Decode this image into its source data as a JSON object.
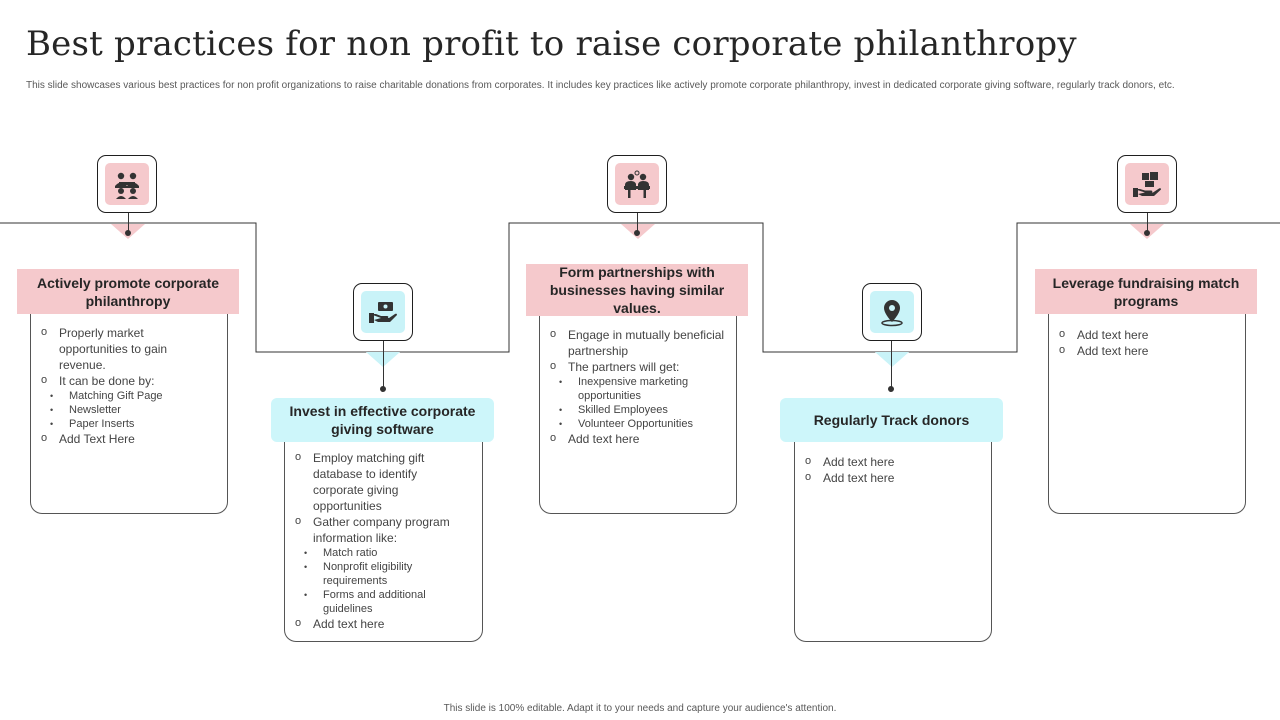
{
  "title": "Best practices for non profit to raise corporate philanthropy",
  "subtitle": "This slide showcases various best practices for non profit organizations to raise charitable donations from corporates. It includes key practices like actively promote corporate philanthropy, invest in dedicated corporate giving software, regularly track donors, etc.",
  "footer": "This slide is 100% editable.  Adapt it to your needs and capture your audience's attention.",
  "colors": {
    "pink": "#f5c9cc",
    "cyan": "#c9f3f8",
    "line": "#333333"
  },
  "steps": [
    {
      "heading": "Actively promote corporate philanthropy",
      "icon": "team-meeting-icon",
      "items": [
        {
          "level": 1,
          "text": "Properly market opportunities to gain revenue."
        },
        {
          "level": 1,
          "text": "It can be done by:"
        },
        {
          "level": 2,
          "text": "Matching Gift Page"
        },
        {
          "level": 2,
          "text": "Newsletter"
        },
        {
          "level": 2,
          "text": "Paper Inserts"
        },
        {
          "level": 1,
          "text": "Add Text Here"
        }
      ]
    },
    {
      "heading": "Invest in effective corporate giving software",
      "icon": "hand-with-money-icon",
      "items": [
        {
          "level": 1,
          "text": "Employ matching gift database to identify corporate giving opportunities"
        },
        {
          "level": 1,
          "text": "Gather company program information like:"
        },
        {
          "level": 2,
          "text": "Match ratio"
        },
        {
          "level": 2,
          "text": "Nonprofit eligibility requirements"
        },
        {
          "level": 2,
          "text": "Forms and additional guidelines"
        },
        {
          "level": 1,
          "text": "Add text here"
        }
      ]
    },
    {
      "heading": "Form partnerships with businesses having similar values.",
      "icon": "business-partners-table-icon",
      "items": [
        {
          "level": 1,
          "text": "Engage in mutually beneficial partnership"
        },
        {
          "level": 1,
          "text": "The partners will get:"
        },
        {
          "level": 2,
          "text": "Inexpensive marketing opportunities"
        },
        {
          "level": 2,
          "text": "Skilled Employees"
        },
        {
          "level": 2,
          "text": "Volunteer Opportunities"
        },
        {
          "level": 1,
          "text": "Add text here"
        }
      ]
    },
    {
      "heading": "Regularly Track donors",
      "icon": "location-pin-icon",
      "items": [
        {
          "level": 1,
          "text": "Add text here"
        },
        {
          "level": 1,
          "text": "Add text here"
        }
      ]
    },
    {
      "heading": "Leverage fundraising match programs",
      "icon": "hand-with-gift-boxes-icon",
      "items": [
        {
          "level": 1,
          "text": "Add text here"
        },
        {
          "level": 1,
          "text": "Add text here"
        }
      ]
    }
  ]
}
